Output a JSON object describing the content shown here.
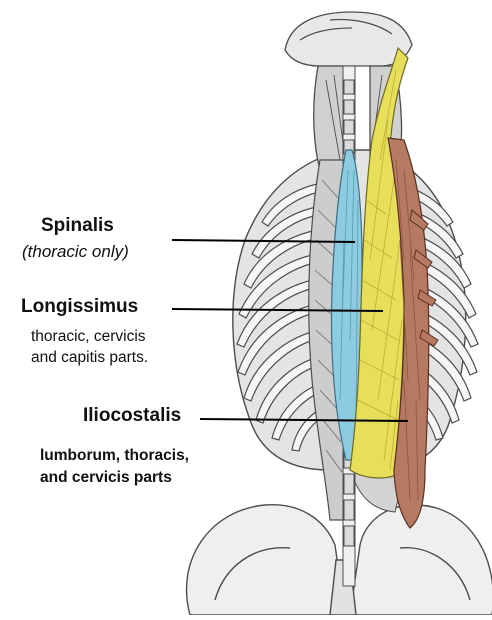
{
  "labels": {
    "spinalis": {
      "title": "Spinalis",
      "note": "(thoracic only)"
    },
    "longissimus": {
      "title": "Longissimus",
      "note_lines": [
        "thoracic, cervicis",
        "and capitis parts."
      ]
    },
    "iliocostalis": {
      "title": "Iliocostalis",
      "note_lines": [
        "lumborum, thoracis,",
        "and cervicis parts"
      ]
    }
  },
  "colors": {
    "spinalis": "#8ccbe0",
    "longissimus": "#e7df5a",
    "iliocostalis": "#b67a62",
    "muscle_gray": "#c9c9c9",
    "bone": "#efefef",
    "outline": "#4d4d4d",
    "leader": "#000000"
  }
}
